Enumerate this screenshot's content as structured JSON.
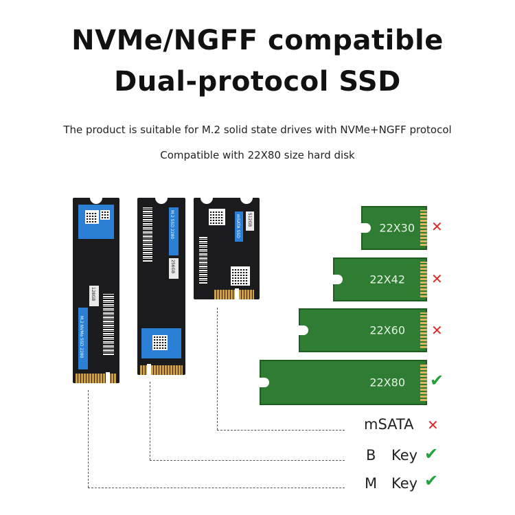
{
  "header": {
    "title_line1": "NVMe/NGFF compatible",
    "title_line2": "Dual-protocol SSD",
    "subtitle1": "The product is suitable for M.2 solid state drives with NVMe+NGFF protocol",
    "subtitle2": "Compatible with 22X80 size hard disk"
  },
  "ssds": [
    {
      "label": "M.2 NVMe SSD 2280",
      "capacity": "128GB"
    },
    {
      "label": "M.2 SSD 2280",
      "capacity": "256GB"
    },
    {
      "label": "mSATA SSD",
      "capacity": "512GB"
    }
  ],
  "sizes": [
    {
      "label": "22X30",
      "supported": false
    },
    {
      "label": "22X42",
      "supported": false
    },
    {
      "label": "22X60",
      "supported": false
    },
    {
      "label": "22X80",
      "supported": true
    }
  ],
  "interfaces": [
    {
      "label": "mSATA",
      "supported": false
    },
    {
      "label_a": "B",
      "label_b": "Key",
      "supported": true
    },
    {
      "label_a": "M",
      "label_b": "Key",
      "supported": true
    }
  ],
  "icons": {
    "cross": "✕",
    "check": "✔"
  },
  "colors": {
    "board_green": "#2f7d32",
    "cross_red": "#e02626",
    "check_green": "#1fa33a"
  }
}
